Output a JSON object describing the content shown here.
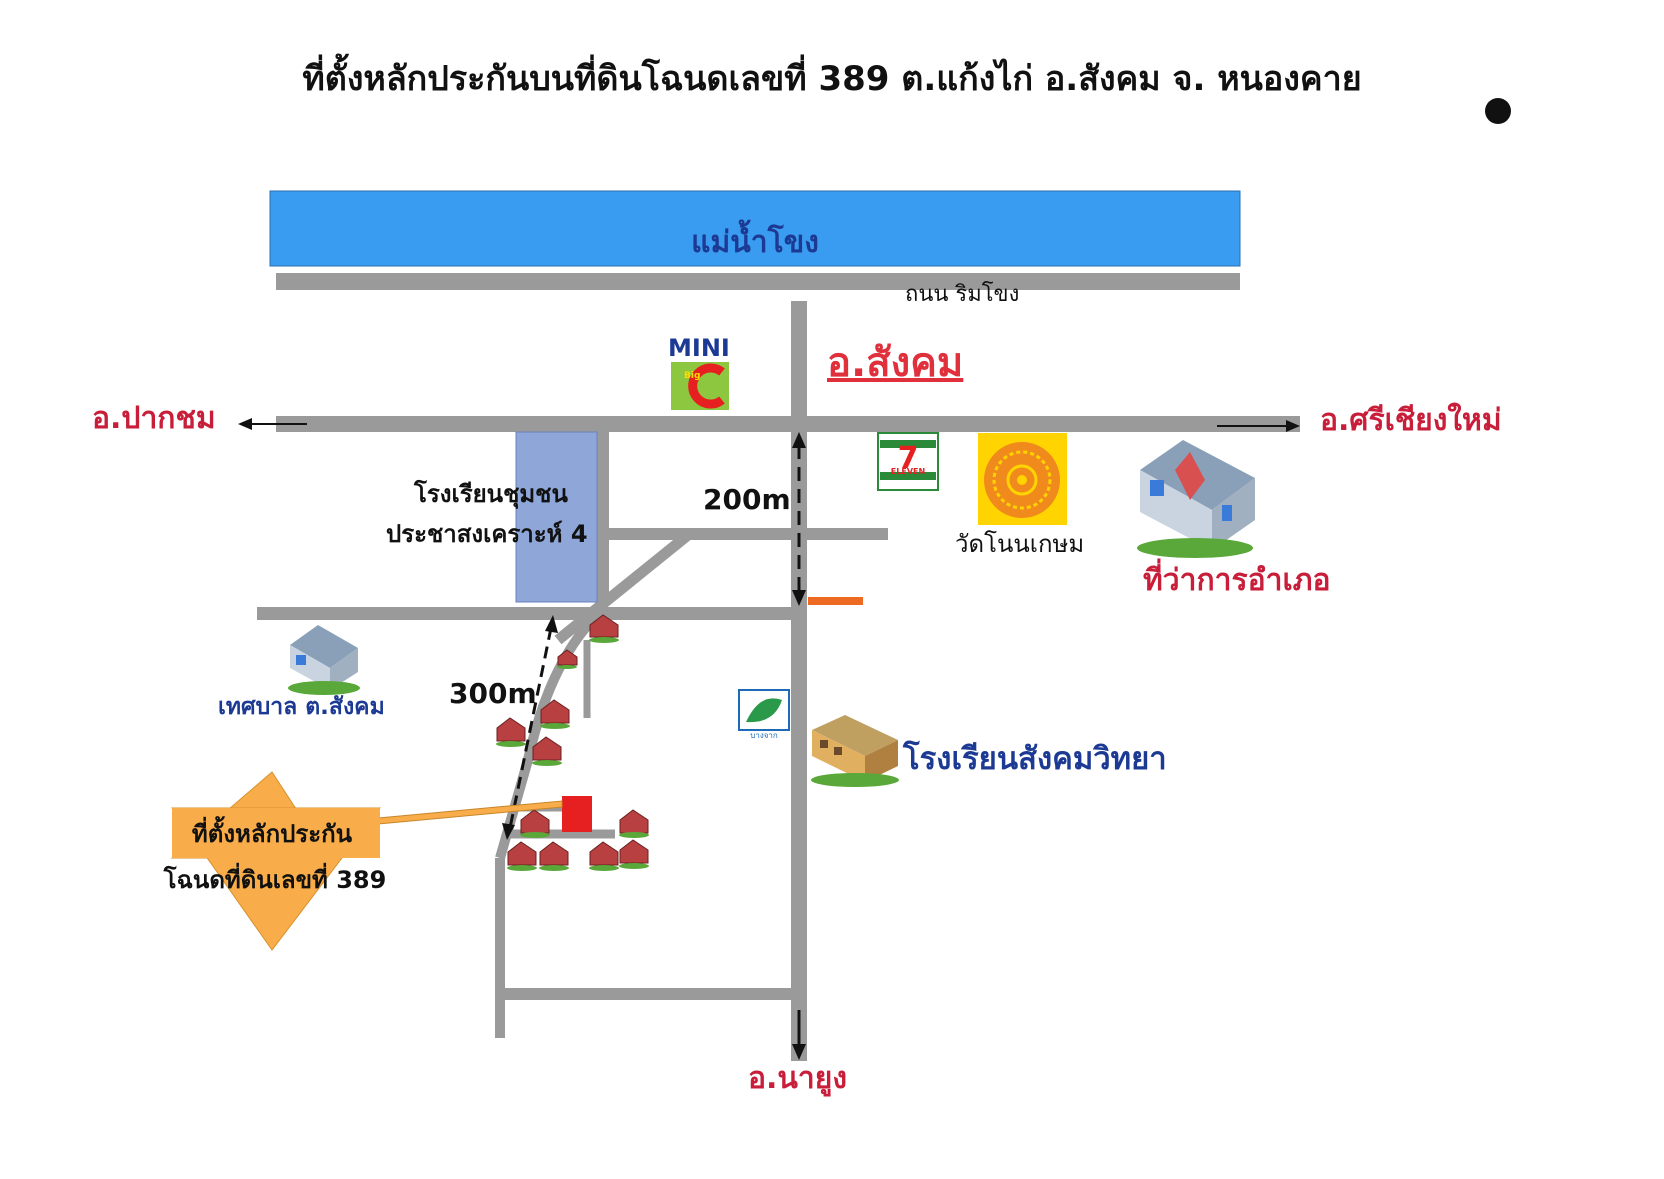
{
  "title": "ที่ตั้งหลักประกันบนที่ดินโฉนดเลขที่ 389 ต.แก้งไก่ อ.สังคม จ. หนองคาย",
  "river": "แม่น้ำโขง",
  "road_name": "ถนน ริมโขง",
  "town": "อ.สังคม",
  "destinations": {
    "west": "อ.ปากชม",
    "east": "อ.ศรีเชียงใหม่",
    "south": "อ.นายูง"
  },
  "landmarks": {
    "mini_big_c": "MINI",
    "big_c_logo_text": "Big C",
    "seven_eleven": "ELEVEN",
    "temple": "วัดโนนเกษม",
    "district_office": "ที่ว่าการอำเภอ",
    "school_community_line1": "โรงเรียนชุมชน",
    "school_community_line2": "ประชาสงเคราะห์ 4",
    "municipality": "เทศบาล ต.สังคม",
    "school_sangkhom": "โรงเรียนสังคมวิทยา",
    "bangchak": "บางจาก"
  },
  "distances": {
    "north_segment": "200m",
    "diagonal_segment": "300m"
  },
  "collateral": {
    "line1": "ที่ตั้งหลักประกัน",
    "line2": "โฉนดที่ดินเลขที่ 389"
  },
  "colors": {
    "river": "#3a9cf0",
    "road": "#9a9a9a",
    "destination_text": "#c81e3a",
    "label_blue": "#1c3a94",
    "star": "#f8ad4a",
    "plot": "#e62020"
  }
}
